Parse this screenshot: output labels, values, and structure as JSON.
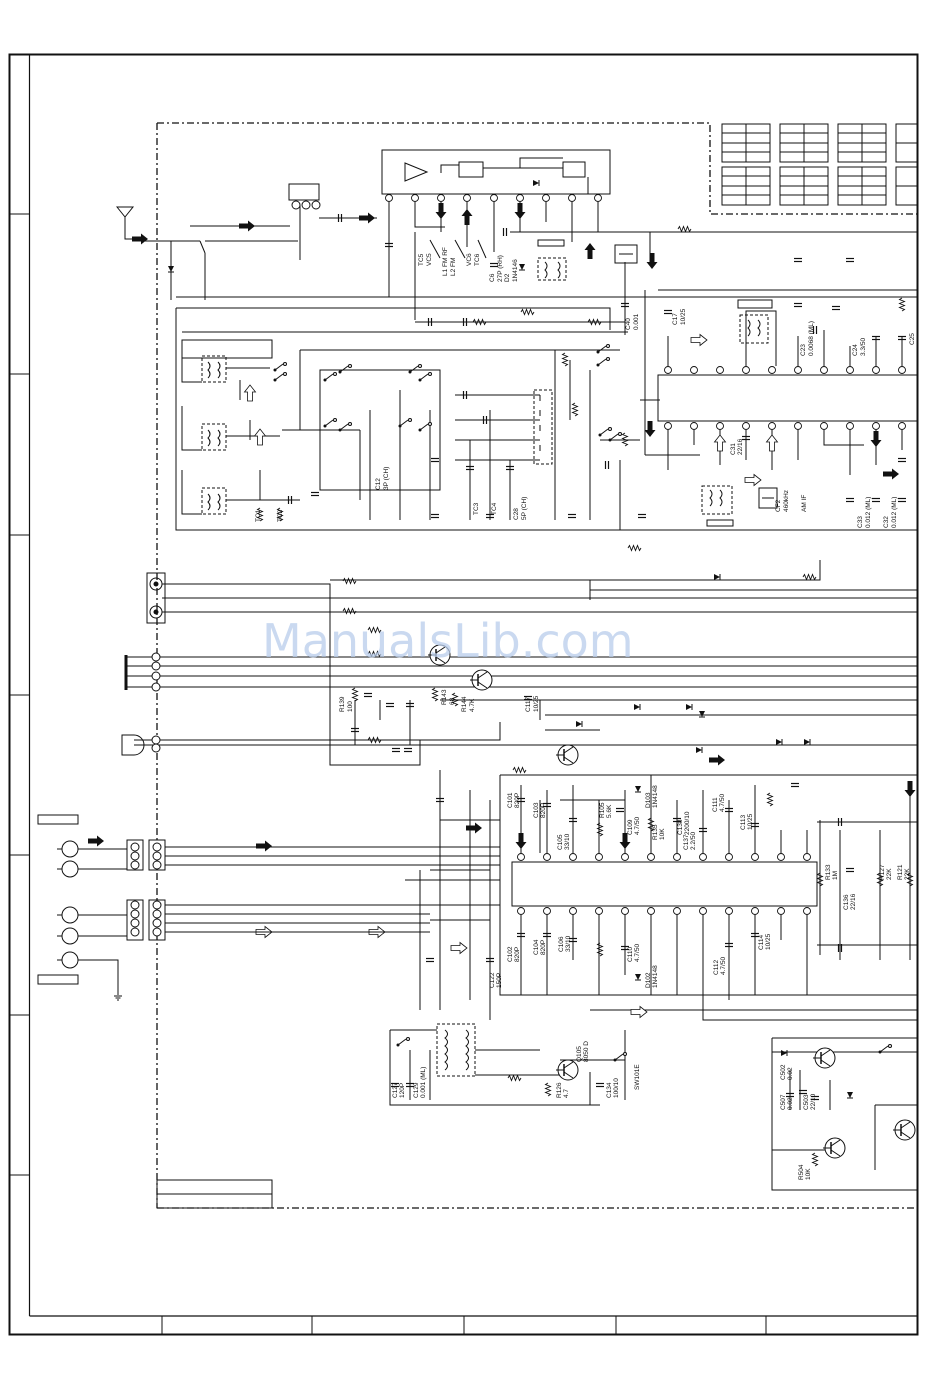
{
  "watermark": "ManualsLib.com",
  "labels": {
    "fm_rf": "L1 FM RF",
    "fm_osc": "L2 FM",
    "tc5": "TC5",
    "tc6": "TC6",
    "vc5": "VC5",
    "vc6": "VC6",
    "c6": "C6",
    "d2": "D2",
    "c6_val": "27P (RH)",
    "d2_part": "1N4146",
    "c40": "C40",
    "c40_val": "0.001",
    "c17": "C17",
    "c17_val": "10/25",
    "c23": "C23",
    "c23_val": "0.0068 (ML)",
    "c24": "C24",
    "c24_val": "3.3/50",
    "c25": "C25",
    "c31": "C31",
    "c31_val": "22/16",
    "cf2": "CF2",
    "cf2_val": "460kHz",
    "am_if": "AM IF",
    "c33": "C33",
    "c33_val": "0.012 (ML)",
    "c32": "C32",
    "c32_val": "0.012 (ML)",
    "c12": "C12",
    "c12_val": "3P (CH)",
    "c28": "C28",
    "c28_val": "5P (CH)",
    "tc1": "TC1",
    "tc2": "TC2",
    "tc3": "TC3",
    "tc4": "TC4",
    "r139": "R139",
    "r139_val": "100",
    "r143": "R143",
    "r143_val": "68",
    "r144": "R144",
    "r144_val": "4.7K",
    "c117": "C117",
    "c117_val": "10/25",
    "c101": "C101",
    "c101_val": "820P",
    "c103": "C103",
    "c103_val": "820P",
    "c105": "C105",
    "c105_val": "33/10",
    "r105": "R105",
    "r105_val": "5.6K",
    "c109": "C109",
    "c109_val": "4.7/50",
    "d103": "D103",
    "d103_part": "1N4148",
    "r135": "R135",
    "r135_val": "10K",
    "c138": "C138",
    "c138_val": "2200/10",
    "c137": "C137",
    "c137_val": "2.2/50",
    "c111": "C111",
    "c111_val": "4.7/50",
    "c113": "C113",
    "c113_val": "10/25",
    "r133": "R133",
    "r133_val": "1M",
    "c136": "C136",
    "c136_val": "22/16",
    "r127": "R127",
    "r127_val": "22K",
    "r121": "R121",
    "r121_val": "22K",
    "c102": "C102",
    "c102_val": "820P",
    "c104": "C104",
    "c104_val": "820P",
    "c106": "C106",
    "c106_val": "33/10",
    "c110": "C110",
    "c110_val": "4.7/50",
    "d102": "D102",
    "d102_part": "1N4148",
    "c112": "C112",
    "c112_val": "4.7/50",
    "c114": "C114",
    "c114_val": "10/25",
    "c122": "C122",
    "c122_val": "150P",
    "c127": "C127",
    "c127_val": "120P",
    "c129": "C129",
    "c129_val": "0.001 (ML)",
    "q105": "Q105",
    "q105_part": "8050 D",
    "r126": "R126",
    "r126_val": "4.7",
    "c134": "C134",
    "c134_val": "100/10",
    "sw101e": "SW101E",
    "c507": "C507",
    "c507_val": "0.02",
    "c502": "C502",
    "c502_val": "0.02",
    "c503": "C503",
    "c503_val": "22/10",
    "r504": "R504",
    "r504_val": "10K"
  }
}
